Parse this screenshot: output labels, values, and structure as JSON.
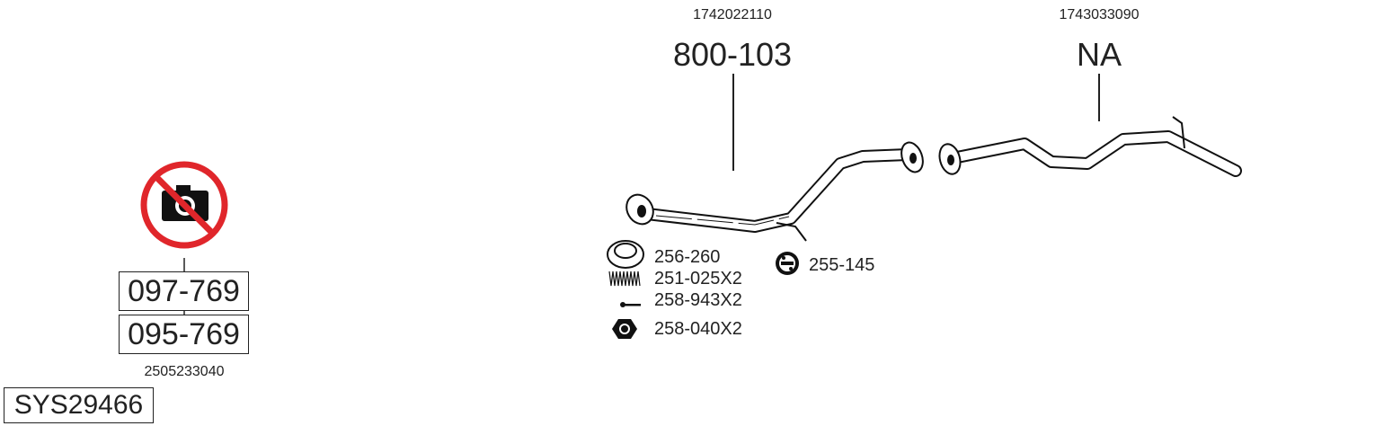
{
  "system": {
    "code": "SYS29466"
  },
  "left_assembly": {
    "icon": "no-photo-icon",
    "part_numbers": [
      "097-769",
      "095-769"
    ],
    "oem_number": "2505233040"
  },
  "front_pipe": {
    "oem_number": "1742022110",
    "part_number": "800-103"
  },
  "rear_pipe": {
    "oem_number": "1743033090",
    "part_number": "NA"
  },
  "accessories": [
    {
      "icon": "gasket-ring-icon",
      "label": "256-260"
    },
    {
      "icon": "spring-icon",
      "label": "251-025X2"
    },
    {
      "icon": "bolt-icon",
      "label": "258-943X2"
    },
    {
      "icon": "nut-icon",
      "label": "258-040X2"
    },
    {
      "icon": "rubber-mount-icon",
      "label": "255-145"
    }
  ],
  "colors": {
    "prohibit": "#e0262b",
    "line": "#222222"
  }
}
